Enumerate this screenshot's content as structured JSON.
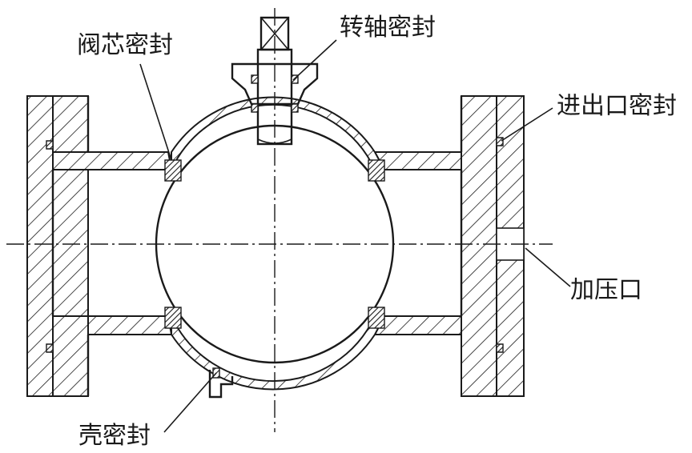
{
  "labels": {
    "valve_core_seal": "阀芯密封",
    "shaft_seal": "转轴密封",
    "inlet_outlet_seal": "进出口密封",
    "pressurization_port": "加压口",
    "shell_seal": "壳密封"
  },
  "colors": {
    "line": "#1a1a1a",
    "background": "#ffffff"
  }
}
